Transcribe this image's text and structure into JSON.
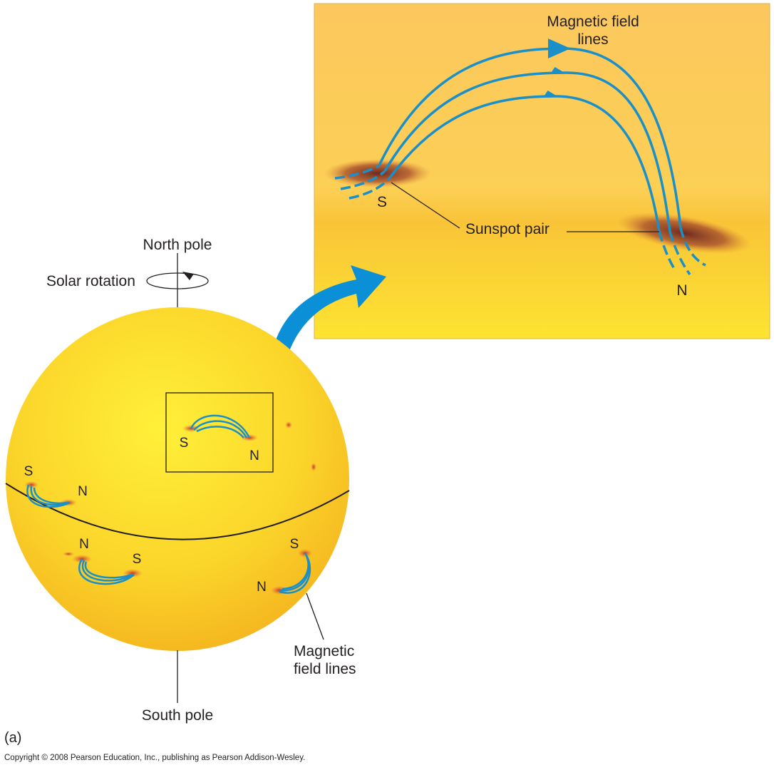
{
  "figure_label": "(a)",
  "copyright": "Copyright © 2008 Pearson Education, Inc., publishing as Pearson Addison-Wesley.",
  "sun": {
    "north_pole": "North pole",
    "south_pole": "South pole",
    "solar_rotation": "Solar rotation",
    "magnetic_field_lines_line1": "Magnetic",
    "magnetic_field_lines_line2": "field lines",
    "spots": {
      "box_s": "S",
      "box_n": "N",
      "left_s": "S",
      "left_n": "N",
      "lower_n": "N",
      "lower_s": "S",
      "right_s": "S",
      "right_n": "N"
    }
  },
  "inset": {
    "magnetic_field_lines_line1": "Magnetic field",
    "magnetic_field_lines_line2": "lines",
    "sunspot_pair": "Sunspot pair",
    "s_label": "S",
    "n_label": "N"
  },
  "colors": {
    "field_line": "#1b8fc7",
    "sun": "#fbd72a",
    "inset_bg": "#fcc95a",
    "spot": "#8a3a2a"
  }
}
